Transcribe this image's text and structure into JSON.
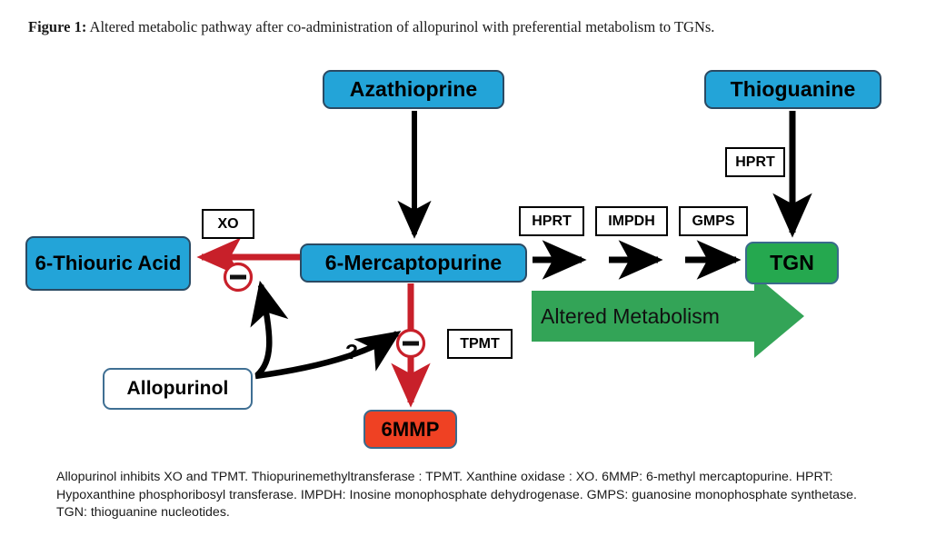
{
  "caption": {
    "label": "Figure 1:",
    "text": " Altered metabolic pathway after co-administration of allopurinol with preferential metabolism to TGNs."
  },
  "diagram": {
    "nodes": {
      "azathioprine": "Azathioprine",
      "thioguanine": "Thioguanine",
      "mercaptopurine": "6-Mercaptopurine",
      "thiouric_acid": "6-Thiouric Acid",
      "tgn": "TGN",
      "mmp": "6MMP",
      "allopurinol": "Allopurinol"
    },
    "enzymes": {
      "xo": "XO",
      "hprt_chain": "HPRT",
      "impdh": "IMPDH",
      "gmps": "GMPS",
      "hprt_thioguanine": "HPRT",
      "tpmt": "TPMT"
    },
    "annotations": {
      "question_mark": "?",
      "altered_metabolism": "Altered Metabolism"
    },
    "colors": {
      "blue_node": "#23a4d8",
      "green_node": "#25a84f",
      "red_node": "#ef4123",
      "white_node": "#ffffff",
      "node_border": "#2b4a63",
      "allopurinol_border": "#3f6f93",
      "inhibition_red": "#c8202a",
      "arrow_black": "#000000",
      "altered_arrow_green": "#33a457"
    }
  },
  "footnote": {
    "text": "Allopurinol inhibits XO and TPMT. Thiopurinemethyltransferase : TPMT. Xanthine oxidase : XO. 6MMP: 6-methyl mercaptopurine. HPRT: Hypoxanthine phosphoribosyl transferase. IMPDH: Inosine monophosphate dehydrogenase. GMPS: guanosine monophosphate synthetase. TGN: thioguanine nucleotides."
  }
}
